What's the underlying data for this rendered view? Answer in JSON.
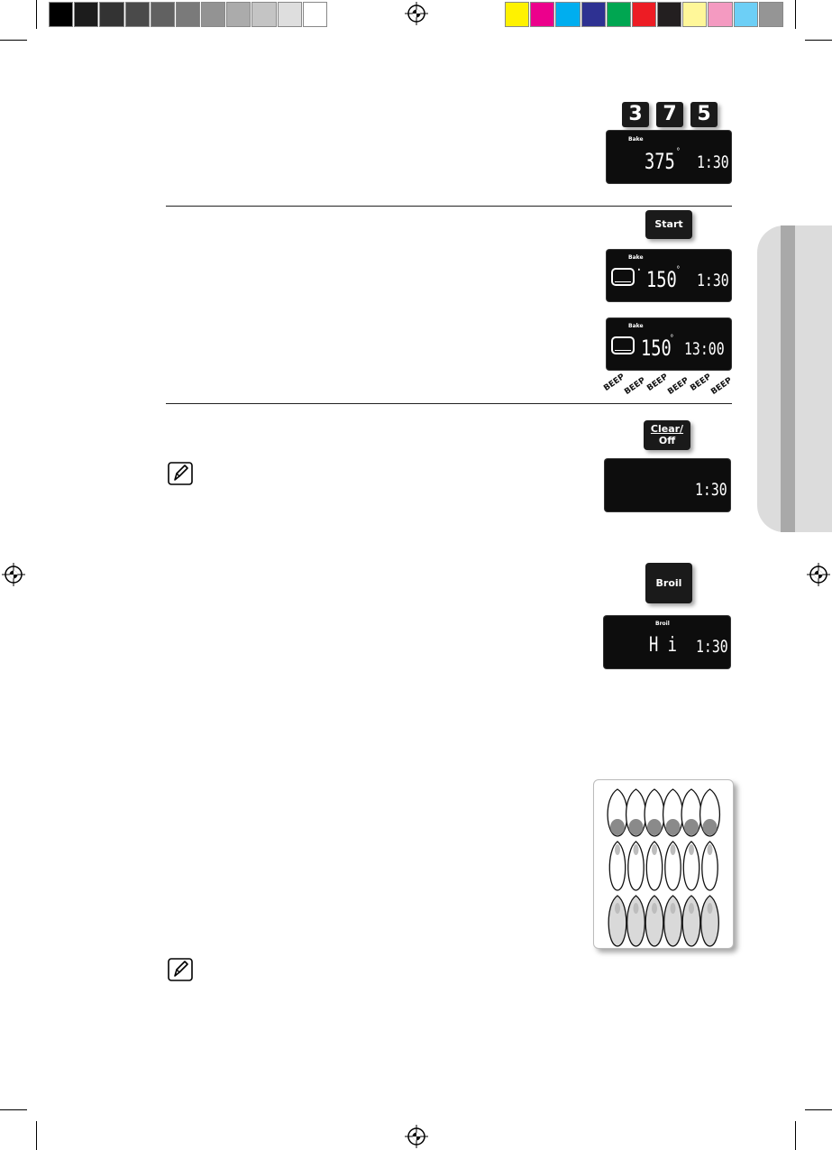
{
  "color_bar": {
    "grays": [
      "#000000",
      "#1c1c1c",
      "#333333",
      "#4a4a4a",
      "#616161",
      "#7a7a7a",
      "#939393",
      "#ababab",
      "#c4c4c4",
      "#dedede",
      "#ffffff"
    ],
    "colors": [
      "#fff200",
      "#ec008c",
      "#00aeef",
      "#2e3192",
      "#00a651",
      "#ed1c24",
      "#231f20",
      "#fff799",
      "#f49ac1",
      "#6dcff6",
      "#959595"
    ]
  },
  "step1": {
    "keys": [
      "3",
      "7",
      "5"
    ],
    "display": {
      "mode": "Bake",
      "temp": "375",
      "degree": "°",
      "time": "1:30"
    }
  },
  "step2": {
    "button": "Start",
    "display_a": {
      "mode": "Bake",
      "temp": "150",
      "degree": "°",
      "time": "1:30"
    },
    "display_b": {
      "mode": "Bake",
      "temp": "150",
      "degree": "°",
      "time": "13:00"
    },
    "beeps": [
      "BEEP",
      "BEEP",
      "BEEP",
      "BEEP",
      "BEEP",
      "BEEP"
    ]
  },
  "step3": {
    "button_line1": "Clear/",
    "button_line2": "Off",
    "display": {
      "time": "1:30"
    }
  },
  "step4": {
    "button": "Broil",
    "display": {
      "mode": "Broil",
      "setting": "H i",
      "time": "1:30"
    }
  },
  "icons": {
    "note": "note-pencil-icon",
    "registration": "registration-mark-icon"
  }
}
